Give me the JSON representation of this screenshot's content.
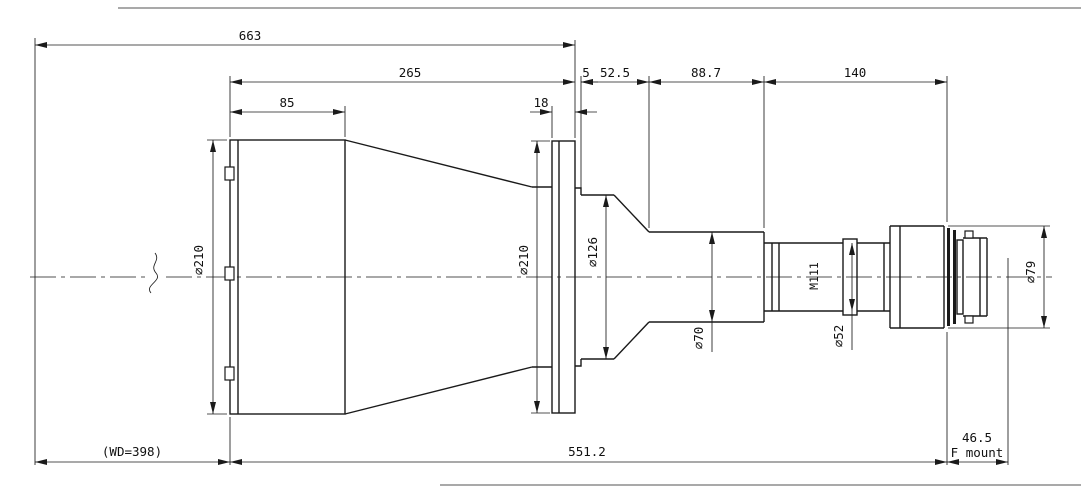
{
  "dims_top": {
    "overall": "663",
    "front_to_flange": "265",
    "front_section": "85",
    "flange_thickness": "18",
    "step": "5",
    "section_a": "52.5",
    "section_b": "88.7",
    "section_c": "140"
  },
  "dims_bottom": {
    "working_distance": "(WD=398)",
    "body_length": "551.2",
    "flange_focal_distance": "46.5",
    "mount": "F mount"
  },
  "diameters": {
    "front_barrel": "⌀210",
    "flange": "⌀210",
    "mid_cylinder": "⌀126",
    "tube": "⌀70",
    "rear_tube": "⌀52",
    "rear_housing": "⌀79"
  },
  "annotations": {
    "thread": "M111"
  }
}
